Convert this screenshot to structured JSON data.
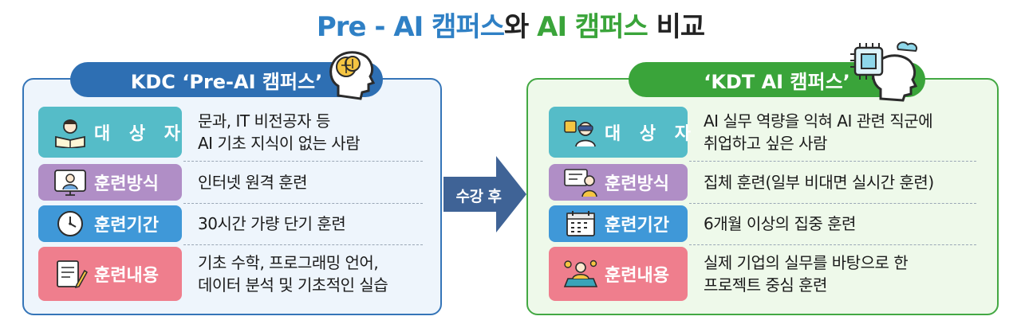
{
  "title": {
    "part1": "Pre - AI 캠퍼스",
    "part2": "와 ",
    "part3": "AI 캠퍼스",
    "part4": " 비교"
  },
  "colors": {
    "left_blue": "#2e6fb3",
    "right_green": "#3aa43a",
    "badge_target": "#55bcc8",
    "badge_method": "#b08ec6",
    "badge_period": "#3f98d8",
    "badge_content": "#ef7e8d",
    "arrow": "#3f6396"
  },
  "left": {
    "header": "KDC ‘Pre-AI 캠퍼스’",
    "header_icon": "ai-brain-head-icon",
    "rows": [
      {
        "label": "대 상 자",
        "icon": "student-reading-icon",
        "lines": [
          "문과, IT 비전공자 등",
          "AI 기초 지식이 없는 사람"
        ]
      },
      {
        "label": "훈련방식",
        "icon": "online-monitor-icon",
        "lines": [
          "인터넷 원격 훈련"
        ]
      },
      {
        "label": "훈련기간",
        "icon": "clock-icon",
        "lines": [
          "30시간 가량 단기 훈련"
        ]
      },
      {
        "label": "훈련내용",
        "icon": "document-pencil-icon",
        "lines": [
          "기초 수학, 프로그래밍 언어,",
          "데이터 분석 및 기초적인 실습"
        ]
      }
    ]
  },
  "arrow": {
    "label": "수강 후"
  },
  "right": {
    "header": "‘KDT AI 캠퍼스’",
    "header_icon": "ai-chip-head-icon",
    "rows": [
      {
        "label": "대 상 자",
        "icon": "vr-worker-icon",
        "lines": [
          "AI 실무 역량을 익혀 AI 관련 직군에",
          "취업하고 싶은 사람"
        ]
      },
      {
        "label": "훈련방식",
        "icon": "classroom-teacher-icon",
        "lines": [
          "집체 훈련(일부 비대면 실시간 훈련)"
        ]
      },
      {
        "label": "훈련기간",
        "icon": "calendar-icon",
        "lines": [
          "6개월 이상의 집중 훈련"
        ]
      },
      {
        "label": "훈련내용",
        "icon": "laptop-gears-icon",
        "lines": [
          "실제 기업의 실무를 바탕으로 한",
          "프로젝트 중심 훈련"
        ]
      }
    ]
  }
}
